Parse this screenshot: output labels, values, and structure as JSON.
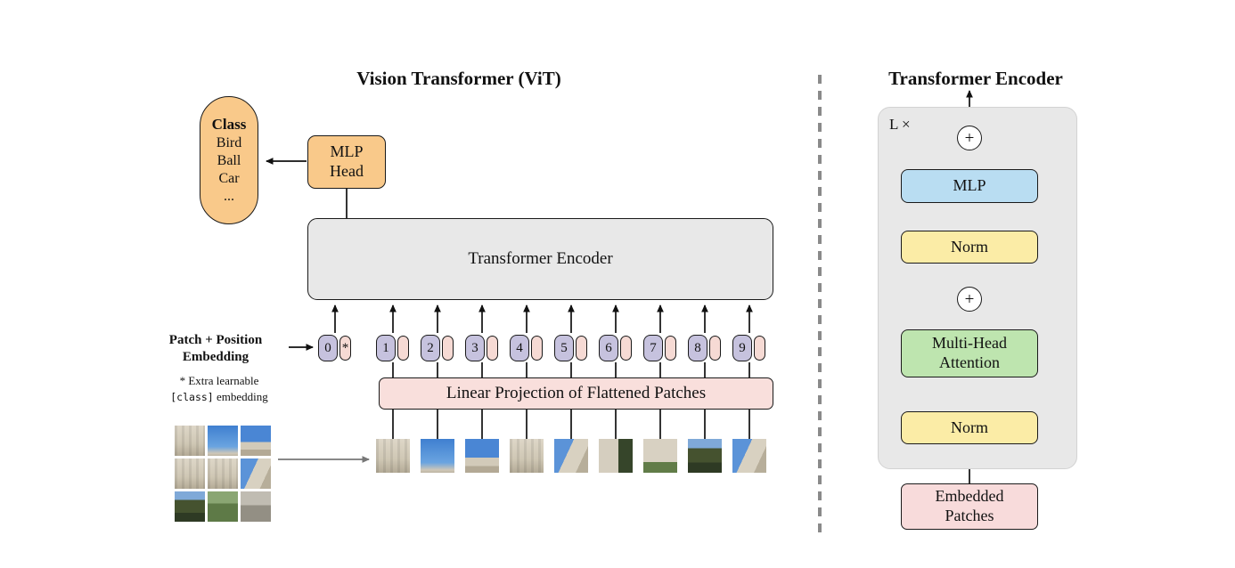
{
  "vit": {
    "title": "Vision Transformer (ViT)",
    "class_pill": {
      "header": "Class",
      "items": [
        "Bird",
        "Ball",
        "Car",
        "..."
      ]
    },
    "mlp_head": {
      "line1": "MLP",
      "line2": "Head"
    },
    "encoder_label": "Transformer Encoder",
    "patch_embedding_label": {
      "line1": "Patch + Position",
      "line2": "Embedding"
    },
    "note": {
      "line1": "* Extra learnable",
      "code": "[class]",
      "rest": " embedding"
    },
    "linear_projection_label": "Linear Projection of Flattened Patches",
    "class_token": {
      "number": "0",
      "star": "*"
    },
    "tokens": [
      "1",
      "2",
      "3",
      "4",
      "5",
      "6",
      "7",
      "8",
      "9"
    ],
    "strip_patches": [
      "building",
      "sky",
      "sky-building",
      "building",
      "building-sky",
      "tree-building",
      "building-grass",
      "tree",
      "building-sky"
    ],
    "grid_patches": [
      "building",
      "sky",
      "sky-building",
      "building",
      "building",
      "building-sky",
      "tree",
      "grass",
      "pavement"
    ]
  },
  "enc": {
    "title": "Transformer Encoder",
    "loop_label": "L ×",
    "plus": "+",
    "mlp_label": "MLP",
    "norm_top_label": "Norm",
    "attention_label": {
      "line1": "Multi-Head",
      "line2": "Attention"
    },
    "norm_bottom_label": "Norm",
    "embedded_patches": {
      "line1": "Embedded",
      "line2": "Patches"
    }
  },
  "colors": {
    "orange": "#F9C98A",
    "token_purple": "#C6C2DE",
    "pink": "#F8DBDB",
    "box_gray": "#E8E8E8",
    "mlp_blue": "#B9DDF2",
    "norm_yellow": "#FBECA6",
    "attention_green": "#BEE5AF",
    "line_black": "#111111",
    "divider_gray": "#8a8a8a"
  }
}
